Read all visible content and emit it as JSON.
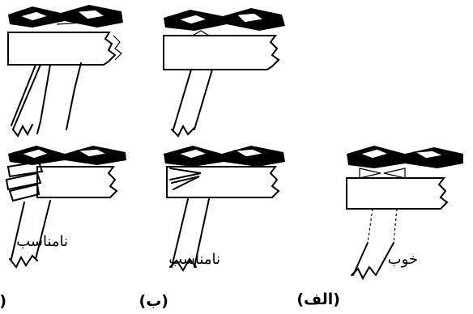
{
  "labels": {
    "good": "خوب",
    "unsuitable_b": "نامناسب",
    "unsuitable_c": "نامناسب"
  },
  "captions": {
    "a": "(الف)",
    "b": "(ب)",
    "c": "(ج)"
  }
}
